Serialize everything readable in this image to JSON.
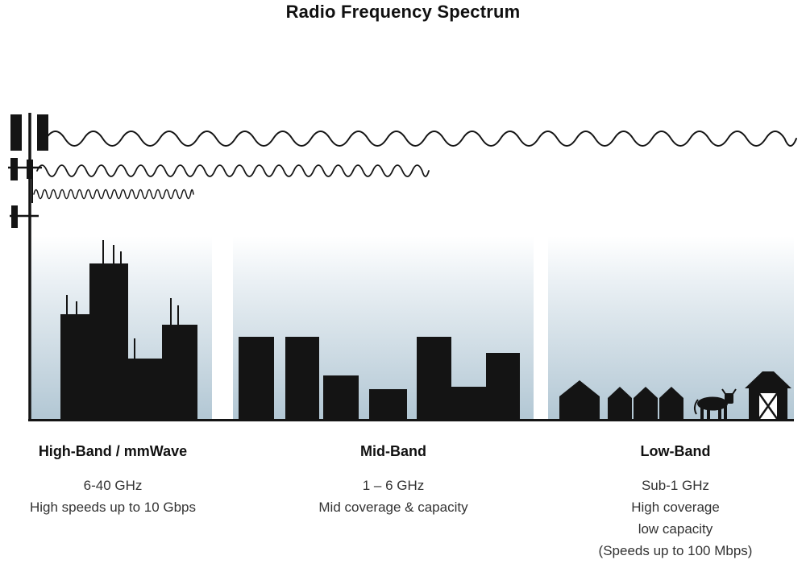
{
  "title": "Radio Frequency Spectrum",
  "bands": [
    {
      "name": "High-Band / mmWave",
      "frequency": "6-40 GHz",
      "lines": [
        "High speeds up to 10 Gbps"
      ]
    },
    {
      "name": "Mid-Band",
      "frequency": "1 – 6 GHz",
      "lines": [
        "Mid coverage & capacity"
      ]
    },
    {
      "name": "Low-Band",
      "frequency": "Sub-1 GHz",
      "lines": [
        "High coverage",
        "low capacity",
        "(Speeds up to 100 Mbps)"
      ]
    }
  ],
  "colors": {
    "silhouette": "#141414",
    "sky_bottom": "#b2c7d4",
    "text": "#333333"
  }
}
